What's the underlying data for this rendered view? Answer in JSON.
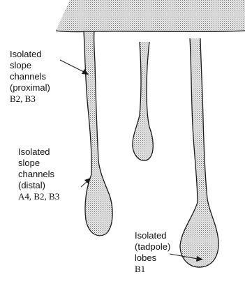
{
  "labels": {
    "proximal": {
      "lines": [
        "Isolated",
        "slope",
        "channels",
        "(proximal)"
      ],
      "codes": "B2, B3"
    },
    "distal": {
      "lines": [
        "Isolated",
        "slope",
        "channels",
        "(distal)"
      ],
      "codes": "A4, B2, B3"
    },
    "tadpole": {
      "lines": [
        "Isolated",
        "(tadpole)",
        "lobes"
      ],
      "codes": "B1"
    }
  },
  "colors": {
    "stipple_dot": "#7a7a7a",
    "stipple_bg": "#e9e9e9",
    "outline": "#1a1a1a",
    "text": "#111111"
  }
}
